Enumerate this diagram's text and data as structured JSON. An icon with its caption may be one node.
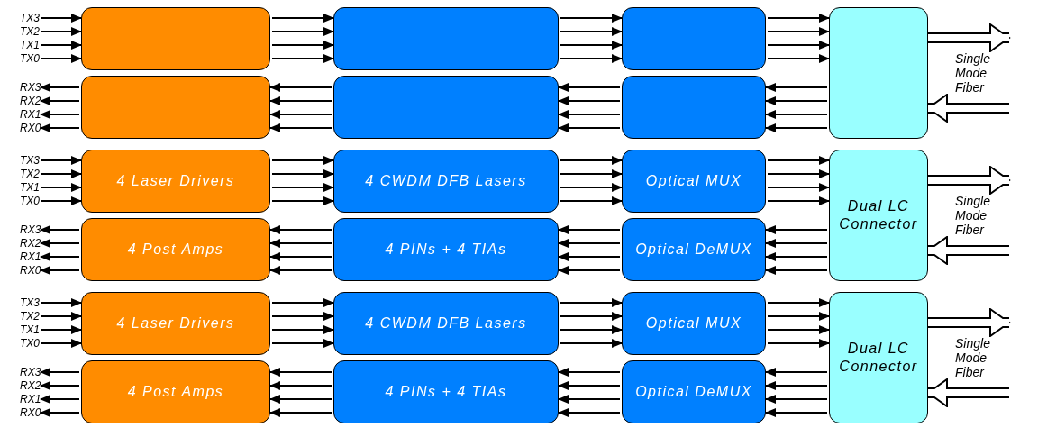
{
  "diagram": {
    "nodes": [
      {
        "text": [
          "TX3"
        ]
      },
      {
        "text": [
          "TX2"
        ]
      },
      {
        "text": [
          "TX1"
        ]
      },
      {
        "text": [
          "TX0"
        ]
      },
      {
        "text": [],
        "shape": "box"
      },
      {
        "text": [],
        "shape": "box"
      },
      {
        "text": [],
        "shape": "box"
      },
      {
        "text": [],
        "shape": "box"
      },
      {
        "text": [],
        "shape": "box"
      },
      {
        "text": [],
        "shape": "box"
      },
      {
        "text": [],
        "shape": "box"
      },
      {
        "text": [
          "RX3"
        ]
      },
      {
        "text": [
          "RX2"
        ]
      },
      {
        "text": [
          "RX1"
        ]
      },
      {
        "text": [
          "RX0"
        ]
      },
      {
        "text": [
          "TX3"
        ]
      },
      {
        "text": [
          "TX2"
        ]
      },
      {
        "text": [
          "TX1"
        ]
      },
      {
        "text": [
          "TX0"
        ]
      },
      {
        "text": [
          "4 Laser Drivers"
        ]
      },
      {
        "text": [
          "4 CWDM DFB Lasers"
        ]
      },
      {
        "text": [
          "Optical MUX"
        ]
      },
      {
        "text": [
          "Dual LC Connector"
        ]
      },
      {
        "text": [
          "Optical DeMUX"
        ]
      },
      {
        "text": [
          "4 PINs + 4 TIAs"
        ]
      },
      {
        "text": [
          "4 Post Amps"
        ]
      },
      {
        "text": [
          "RX3"
        ]
      },
      {
        "text": [
          "RX2"
        ]
      },
      {
        "text": [
          "RX1"
        ]
      },
      {
        "text": [
          "RX0"
        ]
      },
      {
        "text": [
          "TX3"
        ]
      },
      {
        "text": [
          "TX2"
        ]
      },
      {
        "text": [
          "TX1"
        ]
      },
      {
        "text": [
          "TX0"
        ]
      },
      {
        "text": [
          "4 Laser Drivers"
        ]
      },
      {
        "text": [
          "4 CWDM DFB Lasers"
        ]
      },
      {
        "text": [
          "Optical MUX"
        ]
      },
      {
        "text": [
          "Dual LC Connector"
        ]
      },
      {
        "text": [
          "Optical DeMUX"
        ]
      },
      {
        "text": [
          "4 PINs + 4 TIAs"
        ]
      },
      {
        "text": [
          "4 Post Amps"
        ]
      },
      {
        "text": [
          "RX3"
        ]
      },
      {
        "text": [
          "RX2"
        ]
      },
      {
        "text": [
          "RX1"
        ]
      },
      {
        "text": [
          "RX0"
        ]
      }
    ],
    "edges": [
      {
        "from": 0,
        "to": 4,
        "arrow": "to"
      },
      {
        "from": 1,
        "to": 4,
        "arrow": "to"
      },
      {
        "from": 2,
        "to": 4,
        "arrow": "to"
      },
      {
        "from": 3,
        "to": 4,
        "arrow": "to"
      },
      {
        "from": 4,
        "to": 5,
        "arrow": "to"
      },
      {
        "from": 4,
        "to": 5,
        "arrow": "to"
      },
      {
        "from": 4,
        "to": 5,
        "arrow": "to"
      },
      {
        "from": 4,
        "to": 5,
        "arrow": "to"
      },
      {
        "from": 5,
        "to": 6,
        "arrow": "to"
      },
      {
        "from": 5,
        "to": 6,
        "arrow": "to"
      },
      {
        "from": 5,
        "to": 6,
        "arrow": "to"
      },
      {
        "from": 5,
        "to": 6,
        "arrow": "to"
      },
      {
        "from": 6,
        "to": 7,
        "arrow": "to"
      },
      {
        "from": 6,
        "to": 7,
        "arrow": "to"
      },
      {
        "from": 6,
        "to": 7,
        "arrow": "to"
      },
      {
        "from": 6,
        "to": 7,
        "arrow": "to"
      },
      {
        "from": 7,
        "to": null,
        "arrow": "to",
        "style": "thick"
      },
      {
        "from": null,
        "to": 7,
        "arrow": "to",
        "style": "thick"
      },
      {
        "from": 7,
        "to": 8,
        "arrow": "to"
      },
      {
        "from": 7,
        "to": 8,
        "arrow": "to"
      },
      {
        "from": 7,
        "to": 8,
        "arrow": "to"
      },
      {
        "from": 7,
        "to": 8,
        "arrow": "to"
      },
      {
        "from": 8,
        "to": 9,
        "arrow": "to"
      },
      {
        "from": 8,
        "to": 9,
        "arrow": "to"
      },
      {
        "from": 8,
        "to": 9,
        "arrow": "to"
      },
      {
        "from": 8,
        "to": 9,
        "arrow": "to"
      },
      {
        "from": 9,
        "to": 10,
        "arrow": "to"
      },
      {
        "from": 9,
        "to": 10,
        "arrow": "to"
      },
      {
        "from": 9,
        "to": 10,
        "arrow": "to"
      },
      {
        "from": 9,
        "to": 10,
        "arrow": "to"
      },
      {
        "from": 10,
        "to": 11,
        "arrow": "to"
      },
      {
        "from": 10,
        "to": 12,
        "arrow": "to"
      },
      {
        "from": 10,
        "to": 13,
        "arrow": "to"
      },
      {
        "from": 10,
        "to": 14,
        "arrow": "to"
      },
      {
        "from": 15,
        "to": 19,
        "arrow": "to"
      },
      {
        "from": 16,
        "to": 19,
        "arrow": "to"
      },
      {
        "from": 17,
        "to": 19,
        "arrow": "to"
      },
      {
        "from": 18,
        "to": 19,
        "arrow": "to"
      },
      {
        "from": 19,
        "to": 20,
        "arrow": "to"
      },
      {
        "from": 19,
        "to": 20,
        "arrow": "to"
      },
      {
        "from": 19,
        "to": 20,
        "arrow": "to"
      },
      {
        "from": 19,
        "to": 20,
        "arrow": "to"
      },
      {
        "from": 20,
        "to": 21,
        "arrow": "to"
      },
      {
        "from": 20,
        "to": 21,
        "arrow": "to"
      },
      {
        "from": 20,
        "to": 21,
        "arrow": "to"
      },
      {
        "from": 20,
        "to": 21,
        "arrow": "to"
      },
      {
        "from": 21,
        "to": 22,
        "arrow": "to"
      },
      {
        "from": 21,
        "to": 22,
        "arrow": "to"
      },
      {
        "from": 21,
        "to": 22,
        "arrow": "to"
      },
      {
        "from": 21,
        "to": 22,
        "arrow": "to"
      },
      {
        "from": 22,
        "to": null,
        "arrow": "to",
        "style": "thick"
      },
      {
        "from": null,
        "to": 22,
        "arrow": "to",
        "style": "thick"
      },
      {
        "from": 22,
        "to": 23,
        "arrow": "to"
      },
      {
        "from": 22,
        "to": 23,
        "arrow": "to"
      },
      {
        "from": 22,
        "to": 23,
        "arrow": "to"
      },
      {
        "from": 22,
        "to": 23,
        "arrow": "to"
      },
      {
        "from": 23,
        "to": 24,
        "arrow": "to"
      },
      {
        "from": 23,
        "to": 24,
        "arrow": "to"
      },
      {
        "from": 23,
        "to": 24,
        "arrow": "to"
      },
      {
        "from": 23,
        "to": 24,
        "arrow": "to"
      },
      {
        "from": 24,
        "to": 25,
        "arrow": "to"
      },
      {
        "from": 24,
        "to": 25,
        "arrow": "to"
      },
      {
        "from": 24,
        "to": 25,
        "arrow": "to"
      },
      {
        "from": 24,
        "to": 25,
        "arrow": "to"
      },
      {
        "from": 25,
        "to": 26,
        "arrow": "to"
      },
      {
        "from": 25,
        "to": 27,
        "arrow": "to"
      },
      {
        "from": 25,
        "to": 28,
        "arrow": "to"
      },
      {
        "from": 25,
        "to": 29,
        "arrow": "to"
      },
      {
        "from": 30,
        "to": 34,
        "arrow": "to"
      },
      {
        "from": 31,
        "to": 34,
        "arrow": "to"
      },
      {
        "from": 32,
        "to": 34,
        "arrow": "to"
      },
      {
        "from": 33,
        "to": 34,
        "arrow": "to"
      },
      {
        "from": 34,
        "to": 35,
        "arrow": "to"
      },
      {
        "from": 34,
        "to": 35,
        "arrow": "to"
      },
      {
        "from": 34,
        "to": 35,
        "arrow": "to"
      },
      {
        "from": 34,
        "to": 35,
        "arrow": "to"
      },
      {
        "from": 35,
        "to": 36,
        "arrow": "to"
      },
      {
        "from": 35,
        "to": 36,
        "arrow": "to"
      },
      {
        "from": 35,
        "to": 36,
        "arrow": "to"
      },
      {
        "from": 35,
        "to": 36,
        "arrow": "to"
      },
      {
        "from": 36,
        "to": 37,
        "arrow": "to"
      },
      {
        "from": 36,
        "to": 37,
        "arrow": "to"
      },
      {
        "from": 36,
        "to": 37,
        "arrow": "to"
      },
      {
        "from": 36,
        "to": 37,
        "arrow": "to"
      },
      {
        "from": 37,
        "to": null,
        "arrow": "to",
        "style": "thick"
      },
      {
        "from": null,
        "to": 37,
        "arrow": "to",
        "style": "thick"
      },
      {
        "from": 37,
        "to": 38,
        "arrow": "to"
      },
      {
        "from": 37,
        "to": 38,
        "arrow": "to"
      },
      {
        "from": 37,
        "to": 38,
        "arrow": "to"
      },
      {
        "from": 37,
        "to": 38,
        "arrow": "to"
      },
      {
        "from": 38,
        "to": 39,
        "arrow": "to"
      },
      {
        "from": 38,
        "to": 39,
        "arrow": "to"
      },
      {
        "from": 38,
        "to": 39,
        "arrow": "to"
      },
      {
        "from": 38,
        "to": 39,
        "arrow": "to"
      },
      {
        "from": 39,
        "to": 40,
        "arrow": "to"
      },
      {
        "from": 39,
        "to": 40,
        "arrow": "to"
      },
      {
        "from": 39,
        "to": 40,
        "arrow": "to"
      },
      {
        "from": 39,
        "to": 40,
        "arrow": "to"
      },
      {
        "from": 40,
        "to": 41,
        "arrow": "to"
      },
      {
        "from": 40,
        "to": 42,
        "arrow": "to"
      },
      {
        "from": 40,
        "to": 43,
        "arrow": "to"
      },
      {
        "from": 40,
        "to": 44,
        "arrow": "to"
      }
    ],
    "labels": [
      "Single Mode Fiber",
      "Single Mode Fiber",
      "Single Mode Fiber"
    ]
  }
}
